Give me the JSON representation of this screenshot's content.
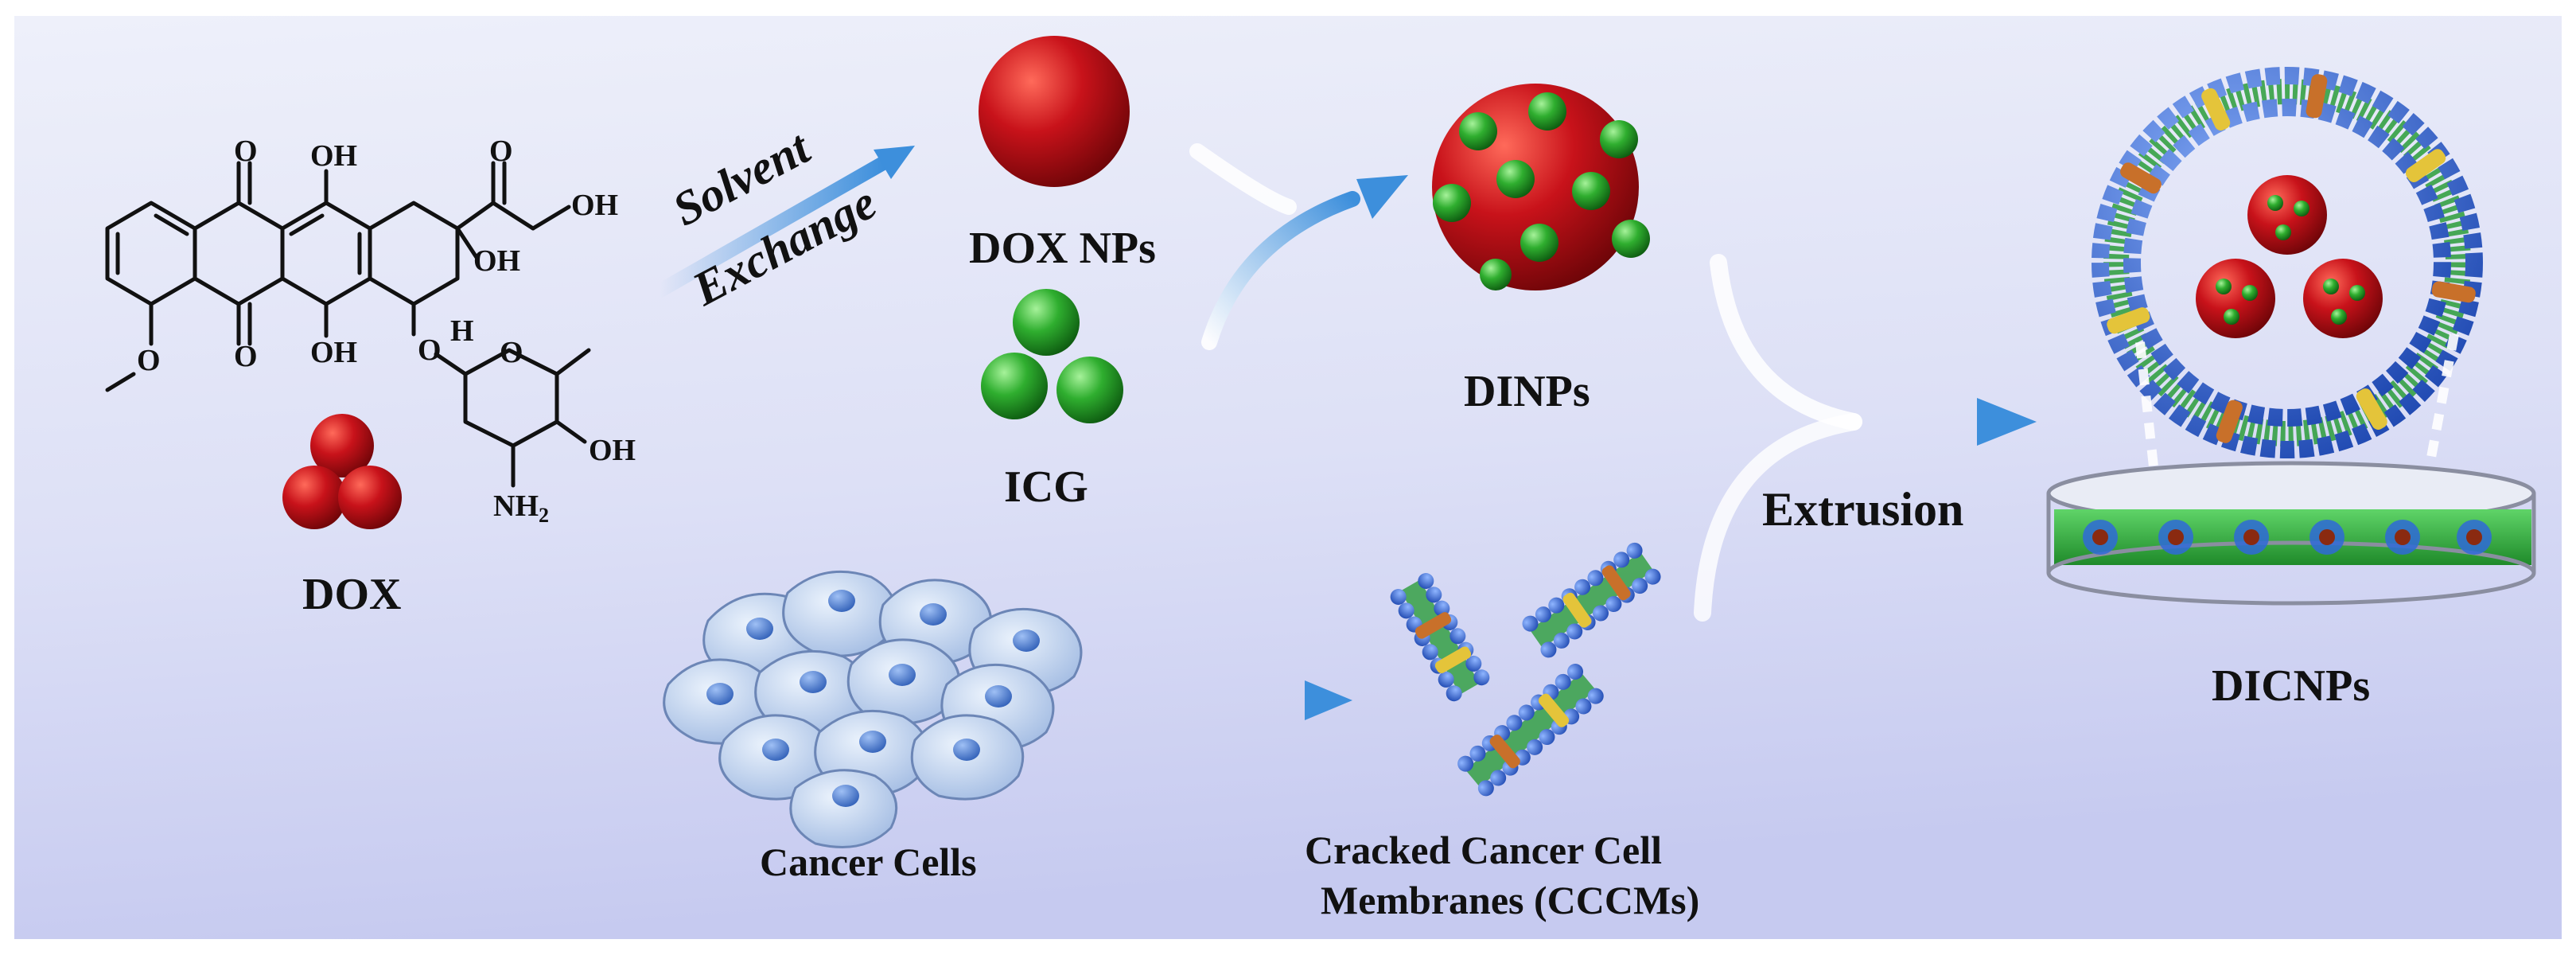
{
  "colors": {
    "background_top": "#eef0fa",
    "background_bottom": "#c9cdf2",
    "dox_red": "#c0141a",
    "icg_green": "#1c9a1c",
    "arrow_blue": "#3d8fdc",
    "cell_blue": "#a9c3e8",
    "nucleus_blue": "#3a6fc4",
    "lipid_head": "#2f6ad8",
    "lipid_tail": "#2a9c3a",
    "protein_orange": "#c8702a",
    "protein_yellow": "#e4c43a",
    "dish_green": "#3fb64a"
  },
  "dox": {
    "label": "DOX",
    "chem_labels": {
      "o1": "O",
      "oh1": "OH",
      "o2": "O",
      "oh2": "OH",
      "oh3": "OH",
      "o3": "O",
      "oh4": "OH",
      "o4": "O",
      "h": "H",
      "o5": "O",
      "oh5": "OH",
      "nh2": "NH",
      "nh2_sub": "2"
    }
  },
  "step1": {
    "line1": "Solvent",
    "line2": "Exchange"
  },
  "dox_nps": {
    "label": "DOX NPs"
  },
  "icg": {
    "label": "ICG"
  },
  "dinps": {
    "label": "DINPs"
  },
  "extrusion": {
    "label": "Extrusion"
  },
  "cancer_cells": {
    "label": "Cancer Cells"
  },
  "cccms": {
    "line1": "Cracked Cancer Cell",
    "line2": "Membranes (CCCMs)"
  },
  "dicnps": {
    "label": "DICNPs"
  }
}
